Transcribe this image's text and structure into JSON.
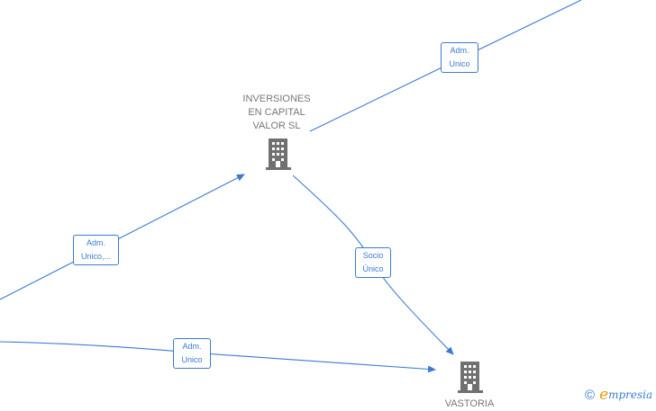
{
  "nodes": {
    "inversiones": {
      "lines": [
        "INVERSIONES",
        "EN CAPITAL",
        "VALOR  SL"
      ],
      "icon": "building-icon"
    },
    "vastoria": {
      "lines": [
        "VASTORIA"
      ],
      "icon": "building-icon"
    }
  },
  "edges": [
    {
      "lines": [
        "Adm.",
        "Unico"
      ]
    },
    {
      "lines": [
        "Adm.",
        "Unico,..."
      ]
    },
    {
      "lines": [
        "Socio",
        "Único"
      ]
    },
    {
      "lines": [
        "Adm.",
        "Unico"
      ]
    }
  ],
  "watermark": {
    "copyright": "©",
    "brand_initial": "e",
    "brand_rest": "mpresia"
  },
  "colors": {
    "edge": "#3a7ad5",
    "node_text": "#777777",
    "icon": "#707070",
    "brand_accent": "#f29400"
  }
}
